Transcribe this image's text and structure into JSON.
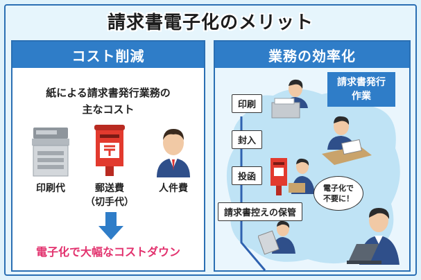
{
  "title": "請求書電子化のメリット",
  "left_panel": {
    "header": "コスト削減",
    "intro_line1": "紙による請求書発行業務の",
    "intro_line2": "主なコスト",
    "items": [
      {
        "label": "印刷代",
        "sub": ""
      },
      {
        "label": "郵送費",
        "sub": "（切手代）"
      },
      {
        "label": "人件費",
        "sub": ""
      }
    ],
    "result": "電子化で大幅なコストダウン"
  },
  "right_panel": {
    "header": "業務の効率化",
    "task_line1": "請求書発行",
    "task_line2": "作業",
    "steps": [
      "印刷",
      "封入",
      "投函",
      "請求書控えの保管"
    ],
    "bubble_line1": "電子化で",
    "bubble_line2": "不要に！"
  },
  "colors": {
    "accent_blue": "#2f7dc8",
    "highlight_pink": "#e2326e",
    "mailbox_red": "#e23a2e"
  }
}
